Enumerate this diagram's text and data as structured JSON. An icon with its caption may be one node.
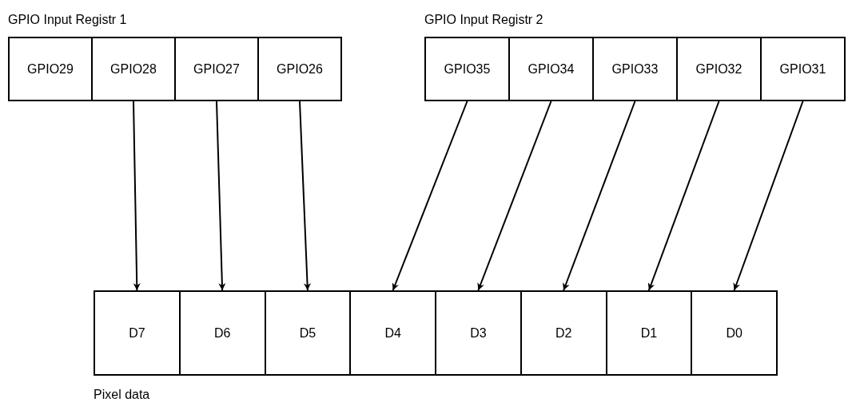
{
  "diagram": {
    "nodes": [
      {
        "text": [
          "GPIO Input Registr 1"
        ]
      },
      {
        "text": [
          "GPIO29"
        ],
        "in": 0
      },
      {
        "text": [
          "GPIO28"
        ],
        "in": 0
      },
      {
        "text": [
          "GPIO27"
        ],
        "in": 0
      },
      {
        "text": [
          "GPIO26"
        ],
        "in": 0
      },
      {
        "text": [
          "GPIO Input Registr 2"
        ]
      },
      {
        "text": [
          "GPIO35"
        ],
        "in": 5
      },
      {
        "text": [
          "GPIO34"
        ],
        "in": 5
      },
      {
        "text": [
          "GPIO33"
        ],
        "in": 5
      },
      {
        "text": [
          "GPIO32"
        ],
        "in": 5
      },
      {
        "text": [
          "GPIO31"
        ],
        "in": 5
      },
      {
        "text": [
          "Pixel data"
        ]
      },
      {
        "text": [
          "D7"
        ],
        "in": 11
      },
      {
        "text": [
          "D6"
        ],
        "in": 11
      },
      {
        "text": [
          "D5"
        ],
        "in": 11
      },
      {
        "text": [
          "D4"
        ],
        "in": 11
      },
      {
        "text": [
          "D3"
        ],
        "in": 11
      },
      {
        "text": [
          "D2"
        ],
        "in": 11
      },
      {
        "text": [
          "D1"
        ],
        "in": 11
      },
      {
        "text": [
          "D0"
        ],
        "in": 11
      }
    ],
    "edges": [
      {
        "from": 2,
        "to": 12,
        "arrow": "to"
      },
      {
        "from": 3,
        "to": 13,
        "arrow": "to"
      },
      {
        "from": 4,
        "to": 14,
        "arrow": "to"
      },
      {
        "from": 6,
        "to": 15,
        "arrow": "to"
      },
      {
        "from": 7,
        "to": 16,
        "arrow": "to"
      },
      {
        "from": 8,
        "to": 17,
        "arrow": "to"
      },
      {
        "from": 9,
        "to": 18,
        "arrow": "to"
      },
      {
        "from": 10,
        "to": 19,
        "arrow": "to"
      }
    ]
  }
}
